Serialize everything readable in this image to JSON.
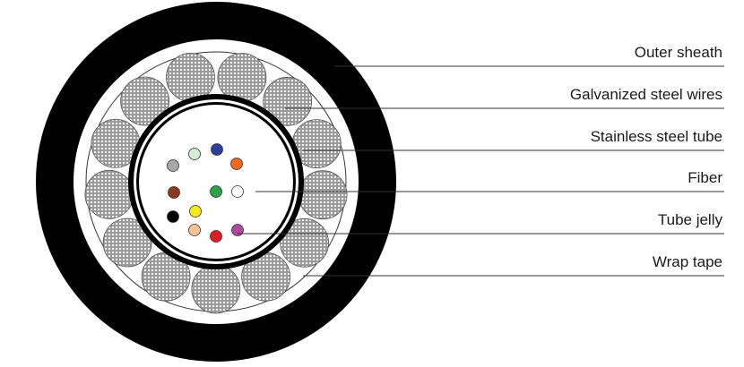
{
  "labels": [
    {
      "key": "outer-sheath",
      "text": "Outer sheath"
    },
    {
      "key": "galvanized-steel-wires",
      "text": "Galvanized steel wires"
    },
    {
      "key": "stainless-steel-tube",
      "text": "Stainless steel tube"
    },
    {
      "key": "fiber",
      "text": "Fiber"
    },
    {
      "key": "tube-jelly",
      "text": "Tube jelly"
    },
    {
      "key": "wrap-tape",
      "text": "Wrap tape"
    }
  ],
  "fibers": [
    {
      "color": "#a8a8a8",
      "name": "grey"
    },
    {
      "color": "#d5ecd6",
      "name": "pale-green"
    },
    {
      "color": "#2e3f9a",
      "name": "blue"
    },
    {
      "color": "#ef6a1f",
      "name": "orange"
    },
    {
      "color": "#8b3a1f",
      "name": "brown"
    },
    {
      "color": "#2aa24a",
      "name": "green"
    },
    {
      "color": "#ffffff",
      "name": "white"
    },
    {
      "color": "#000000",
      "name": "black"
    },
    {
      "color": "#f4e91b",
      "name": "yellow"
    },
    {
      "color": "#f8c196",
      "name": "peach"
    },
    {
      "color": "#e01c24",
      "name": "red"
    },
    {
      "color": "#b04aa0",
      "name": "violet"
    }
  ],
  "colors": {
    "sheath": "#000000",
    "wire_fill": "#9a9a9a",
    "wire_dot": "#ffffff",
    "leader_line": "#333333",
    "fiber_outline": "#333333"
  }
}
